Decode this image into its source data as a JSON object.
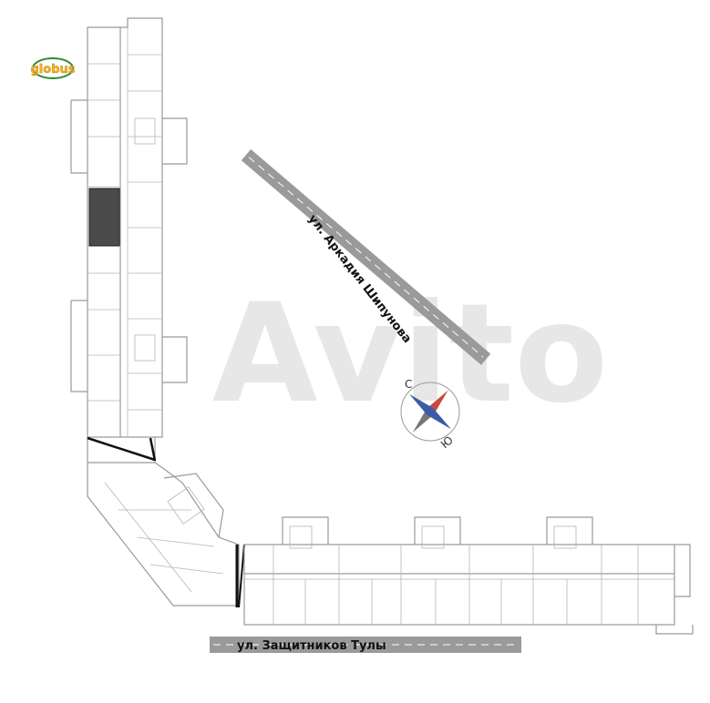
{
  "logo": {
    "text": "globus",
    "color": "#f5b321",
    "ring_color": "#2f8a3a"
  },
  "streets": {
    "top": "ул. Аркадия Шипунова",
    "bottom": "ул. Защитников Тулы"
  },
  "compass": {
    "north_letter": "С",
    "south_letter": "Ю"
  },
  "watermark": {
    "text": "Avito"
  },
  "colors": {
    "highlight_unit": "#4a4a4a",
    "wall": "#9a9a9a",
    "road": "#9a9a9a",
    "compass_red": "#c84a3a",
    "compass_blue": "#3a5ca8"
  }
}
